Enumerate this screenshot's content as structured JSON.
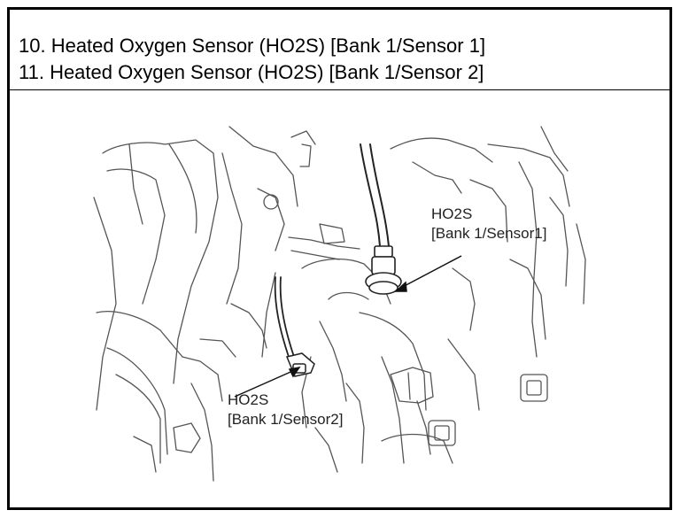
{
  "header": {
    "top_cut_text": "",
    "line1": "10. Heated Oxygen Sensor (HO2S) [Bank 1/Sensor 1]",
    "line2": "11. Heated Oxygen Sensor (HO2S) [Bank 1/Sensor 2]"
  },
  "callouts": {
    "sensor1": {
      "title": "HO2S",
      "detail": "[Bank 1/Sensor1]"
    },
    "sensor2": {
      "title": "HO2S",
      "detail": "[Bank 1/Sensor2]"
    }
  }
}
